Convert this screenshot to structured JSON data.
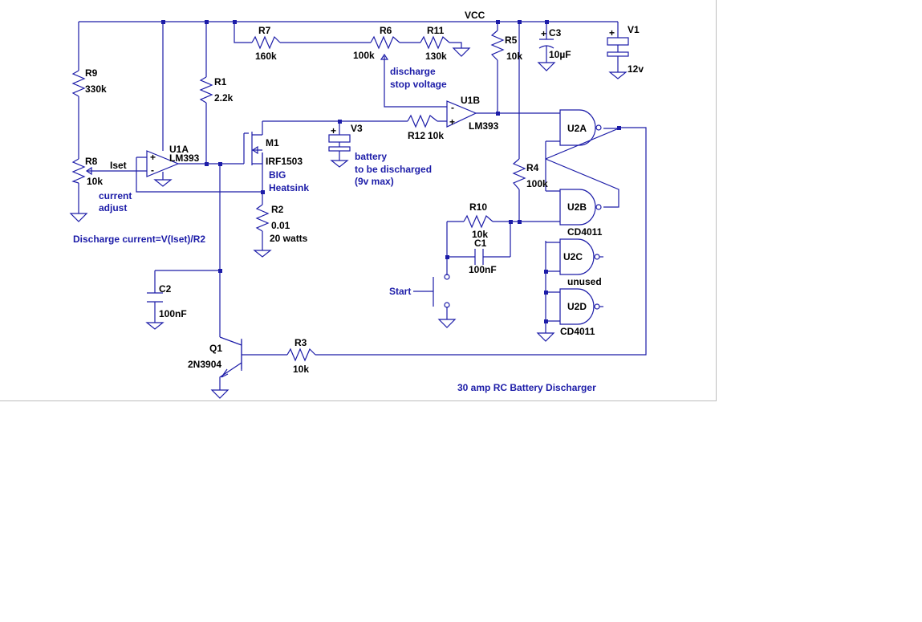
{
  "colors": {
    "wire": "#1c1ca8",
    "text": "#000000",
    "note": "#1c1ca8",
    "background": "#ffffff"
  },
  "net": {
    "vcc": "VCC"
  },
  "parts": {
    "r9": {
      "ref": "R9",
      "value": "330k"
    },
    "r1": {
      "ref": "R1",
      "value": "2.2k"
    },
    "r7": {
      "ref": "R7",
      "value": "160k"
    },
    "r6": {
      "ref": "R6",
      "value": "100k"
    },
    "r11": {
      "ref": "R11",
      "value": "130k"
    },
    "r5": {
      "ref": "R5",
      "value": "10k"
    },
    "c3": {
      "ref": "C3",
      "value": "10µF"
    },
    "v1": {
      "ref": "V1",
      "value": "12v"
    },
    "u1a": {
      "ref": "U1A",
      "value": "LM393"
    },
    "u1b": {
      "ref": "U1B",
      "value": "LM393"
    },
    "r8": {
      "ref": "R8",
      "value": "10k"
    },
    "m1": {
      "ref": "M1",
      "value": "IRF1503"
    },
    "v3": {
      "ref": "V3"
    },
    "r12": {
      "ref": "R12",
      "value": "10k"
    },
    "r2": {
      "ref": "R2",
      "value": "0.01",
      "rating": "20 watts"
    },
    "r4": {
      "ref": "R4",
      "value": "100k"
    },
    "r10": {
      "ref": "R10",
      "value": "10k"
    },
    "c1": {
      "ref": "C1",
      "value": "100nF"
    },
    "c2": {
      "ref": "C2",
      "value": "100nF"
    },
    "q1": {
      "ref": "Q1",
      "value": "2N3904"
    },
    "r3": {
      "ref": "R3",
      "value": "10k"
    },
    "u2a": {
      "ref": "U2A"
    },
    "u2b": {
      "ref": "U2B",
      "value": "CD4011"
    },
    "u2c": {
      "ref": "U2C",
      "value": "unused"
    },
    "u2d": {
      "ref": "U2D",
      "value": "CD4011"
    }
  },
  "notes": {
    "iset": "Iset",
    "current_adjust": [
      "current",
      "adjust"
    ],
    "discharge_stop": [
      "discharge",
      "stop voltage"
    ],
    "battery": [
      "battery",
      "to be discharged",
      "(9v max)"
    ],
    "heatsink": [
      "BIG",
      "Heatsink"
    ],
    "formula": "Discharge current=V(Iset)/R2",
    "start": "Start",
    "title": "30 amp RC Battery Discharger"
  }
}
